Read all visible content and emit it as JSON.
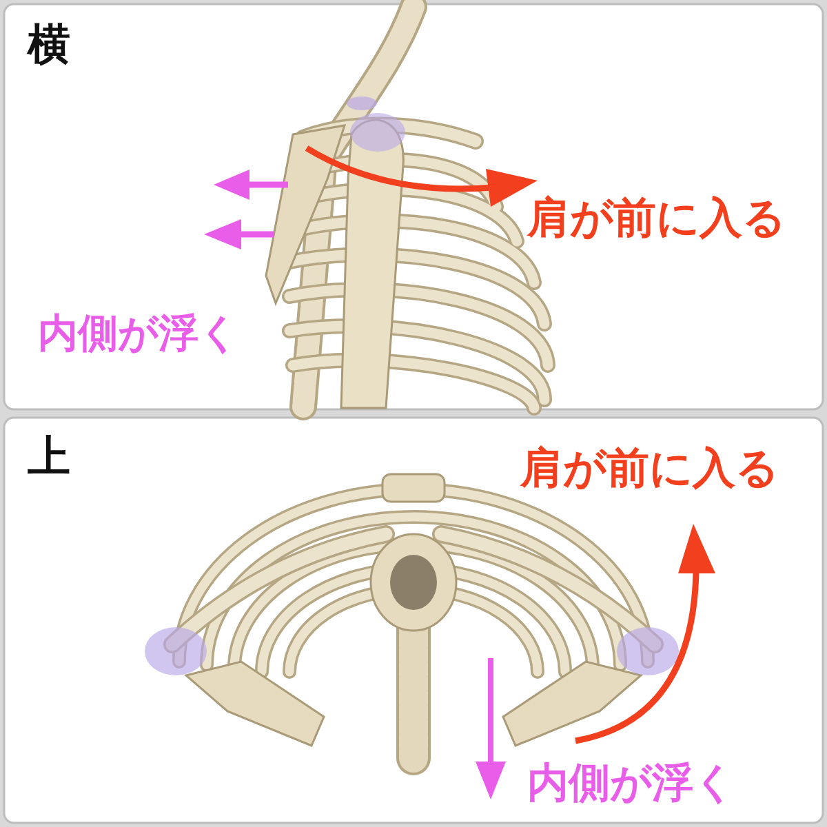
{
  "diagram": {
    "labels": [
      "横",
      "肩が前に入る",
      "内側が浮く",
      "上",
      "肩が前に入る",
      "内側が浮く"
    ]
  }
}
